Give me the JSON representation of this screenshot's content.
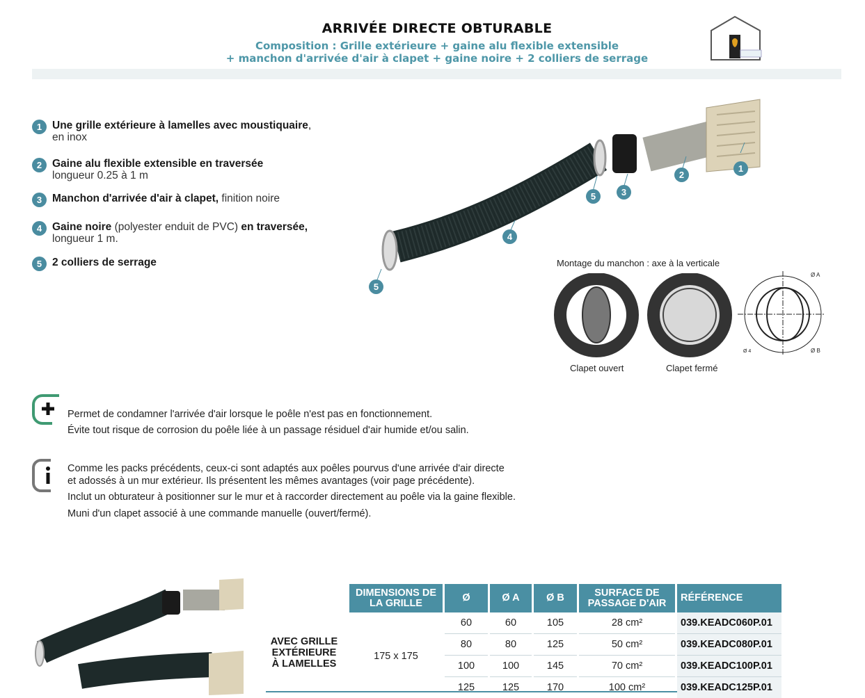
{
  "header": {
    "title": "ARRIVÉE DIRECTE OBTURABLE",
    "subtitle_line1": "Composition : Grille extérieure + gaine alu flexible extensible",
    "subtitle_line2": "+ manchon d'arrivée d'air à clapet + gaine noire + 2 colliers de serrage",
    "icon": "house-stove-icon"
  },
  "components": [
    {
      "num": "1",
      "bold": "Une grille extérieure à lamelles avec moustiquaire",
      "light": ",",
      "line2": "en inox"
    },
    {
      "num": "2",
      "bold": "Gaine alu flexible extensible en traversée",
      "light": "",
      "line2": "longueur 0.25 à 1 m"
    },
    {
      "num": "3",
      "bold": "Manchon d'arrivée d'air à clapet,",
      "light": " finition noire",
      "line2": ""
    },
    {
      "num": "4",
      "bold": "Gaine noire",
      "light": " (polyester enduit de PVC) ",
      "bold2": "en traversée,",
      "line2": "longueur 1 m."
    },
    {
      "num": "5",
      "bold": "2 colliers de serrage",
      "light": "",
      "line2": ""
    }
  ],
  "diagram": {
    "callouts": [
      "1",
      "2",
      "3",
      "4",
      "5",
      "5"
    ],
    "mounting_title": "Montage du manchon : axe à la verticale",
    "open_label": "Clapet ouvert",
    "closed_label": "Clapet fermé",
    "dim_a": "Ø A",
    "dim_b": "Ø B",
    "dim_4": "Ø 4"
  },
  "plus_note": {
    "icon": "plus-icon",
    "lines": [
      "Permet de condamner l'arrivée d'air lorsque le poêle n'est pas en fonctionnement.",
      "Évite tout risque de corrosion du poêle liée à un passage résiduel d'air humide et/ou salin."
    ]
  },
  "info_note": {
    "icon": "info-icon",
    "lines": [
      "Comme les packs précédents, ceux-ci sont adaptés aux poêles pourvus d'une arrivée d'air directe",
      "et adossés à un mur extérieur. Ils présentent les mêmes avantages (voir page précédente).",
      "Inclut un obturateur à positionner sur le mur et à raccorder directement au poêle via la gaine flexible.",
      "Muni d'un clapet associé à une commande manuelle (ouvert/fermé)."
    ]
  },
  "table": {
    "row_label": [
      "AVEC GRILLE",
      "EXTÉRIEURE",
      "À LAMELLES"
    ],
    "headers": [
      "DIMENSIONS DE LA GRILLE",
      "Ø",
      "Ø A",
      "Ø B",
      "SURFACE DE PASSAGE D'AIR",
      "RÉFÉRENCE"
    ],
    "grid_dims": "175 x 175",
    "rows": [
      {
        "d": "60",
        "a": "60",
        "b": "105",
        "surface": "28 cm²",
        "ref": "039.KEADC060P.01"
      },
      {
        "d": "80",
        "a": "80",
        "b": "125",
        "surface": "50 cm²",
        "ref": "039.KEADC080P.01"
      },
      {
        "d": "100",
        "a": "100",
        "b": "145",
        "surface": "70 cm²",
        "ref": "039.KEADC100P.01"
      },
      {
        "d": "125",
        "a": "125",
        "b": "170",
        "surface": "100 cm²",
        "ref": "039.KEADC125P.01"
      }
    ]
  },
  "colors": {
    "accent": "#4a8fa3",
    "subtitle": "#4e97a8",
    "plus_green": "#3f9a72",
    "info_gray": "#777777"
  }
}
